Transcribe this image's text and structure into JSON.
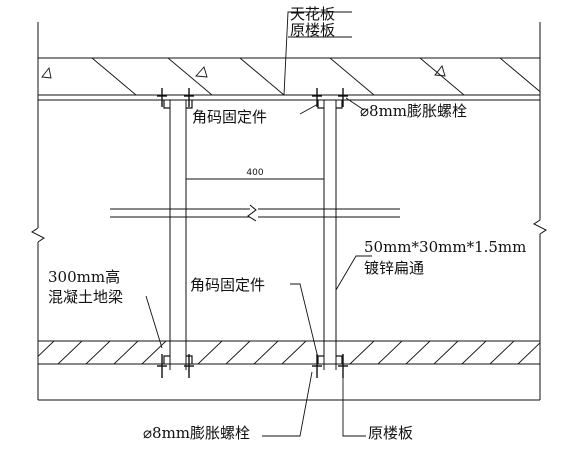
{
  "labels": {
    "ceiling": "天花板",
    "floor_slab_top": "原楼板",
    "bolt_top": "⌀8mm膨胀螺栓",
    "angle_top": "角码固定件",
    "spacing": "400",
    "channel_line1": "50mm*30mm*1.5mm",
    "channel_line2": "镀锌扁通",
    "beam_line1": "300mm高",
    "beam_line2": "混凝土地梁",
    "angle_bottom": "角码固定件",
    "bolt_bottom": "⌀8mm膨胀螺栓",
    "floor_slab_bottom": "原楼板"
  },
  "colors": {
    "line": "#111111",
    "background": "#ffffff"
  }
}
